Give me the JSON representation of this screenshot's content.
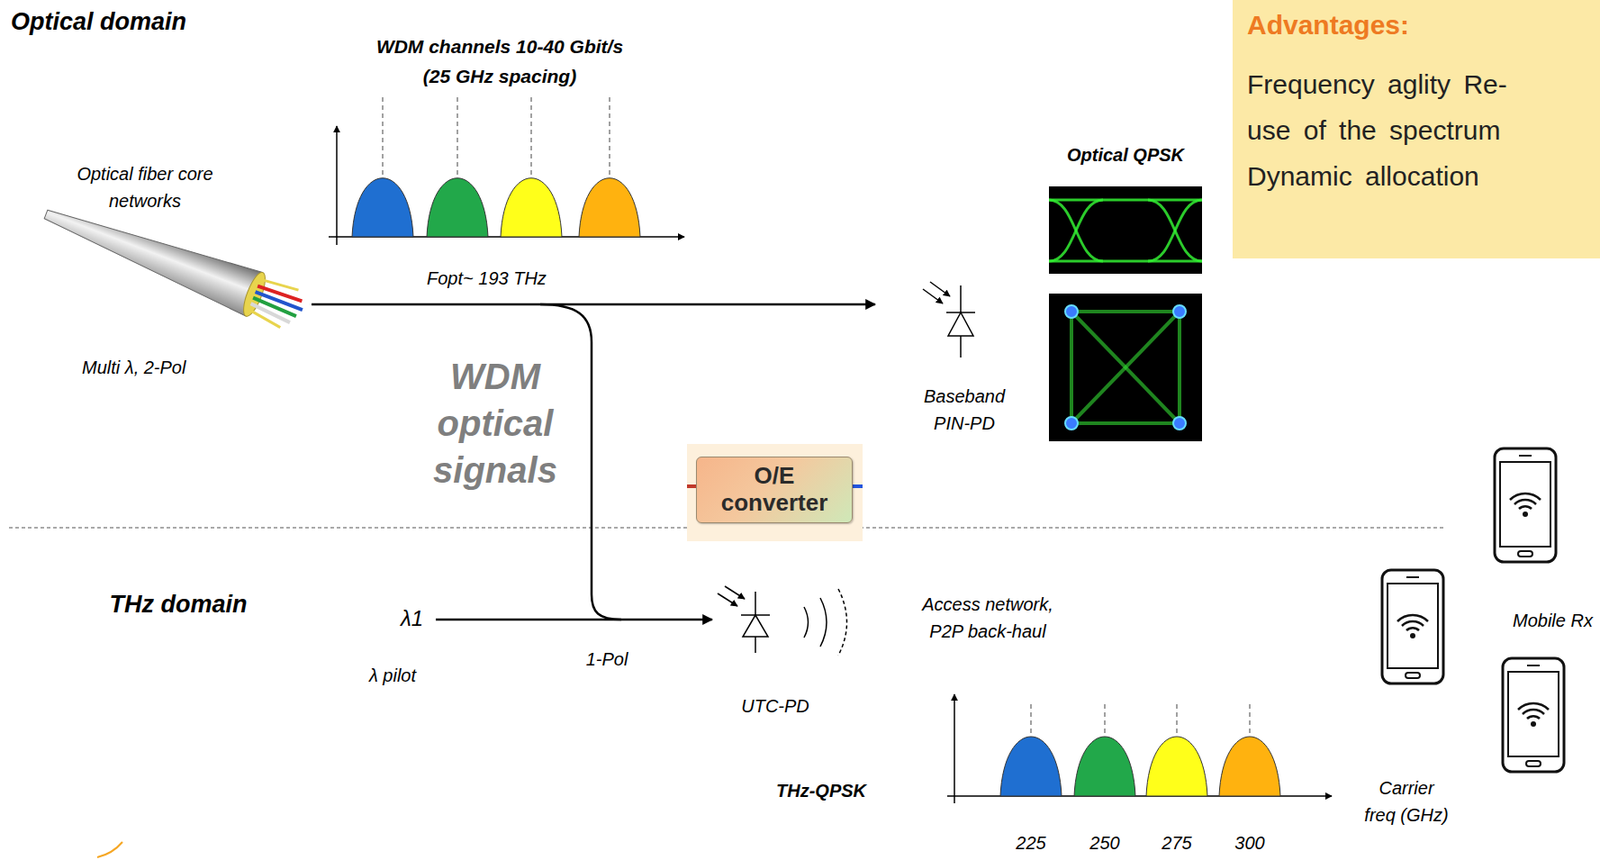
{
  "diagram": {
    "nodes": [
      {
        "text": [
          "Advantages:",
          "Frequency aglity Re-use of the spectrum Dynamic allocation"
        ]
      },
      {
        "text": [
          "O/E converter"
        ]
      }
    ],
    "labels": [
      "Optical domain",
      "WDM channels 10-40 Gbit/s (25 GHz spacing)",
      "Optical fiber core networks",
      "Optical QPSK",
      "Fopt~ 193 THz",
      "Multi λ, 2-Pol",
      "WDM optical signals",
      "Baseband PIN-PD",
      "THz domain",
      "λ1",
      "Access network, P2P back-haul",
      "Mobile Rx",
      "1-Pol",
      "λ pilot",
      "UTC-PD",
      "Carrier freq (GHz)",
      "THz-QPSK",
      "225",
      "250",
      "275",
      "300"
    ]
  }
}
